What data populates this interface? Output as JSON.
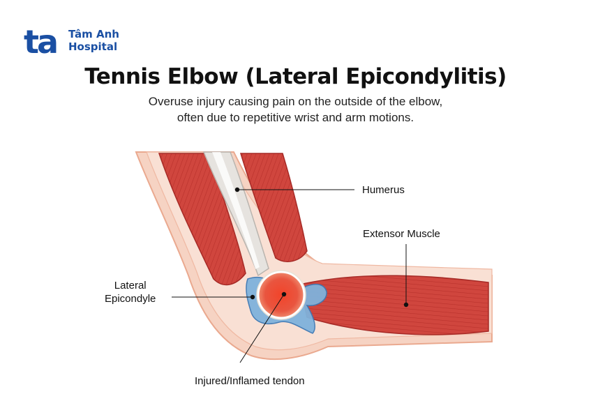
{
  "logo": {
    "mark": "ta",
    "name_line1": "Tâm Anh",
    "name_line2": "Hospital"
  },
  "title": "Tennis Elbow (Lateral Epicondylitis)",
  "subtitle": {
    "line1": "Overuse injury causing pain on the outside of the elbow,",
    "line2": "often due to repetitive wrist and arm motions."
  },
  "labels": {
    "humerus": "Humerus",
    "extensor_muscle": "Extensor Muscle",
    "lateral_epicondyle_line1": "Lateral",
    "lateral_epicondyle_line2": "Epicondyle",
    "injured_tendon": "Injured/Inflamed tendon"
  },
  "colors": {
    "brand_blue": "#1a4fa3",
    "skin": "#f6d3c3",
    "muscle": "#d0463e",
    "bone": "#e6e3df",
    "tendon": "#7fb2dc",
    "inflammation": "#e8472f"
  }
}
